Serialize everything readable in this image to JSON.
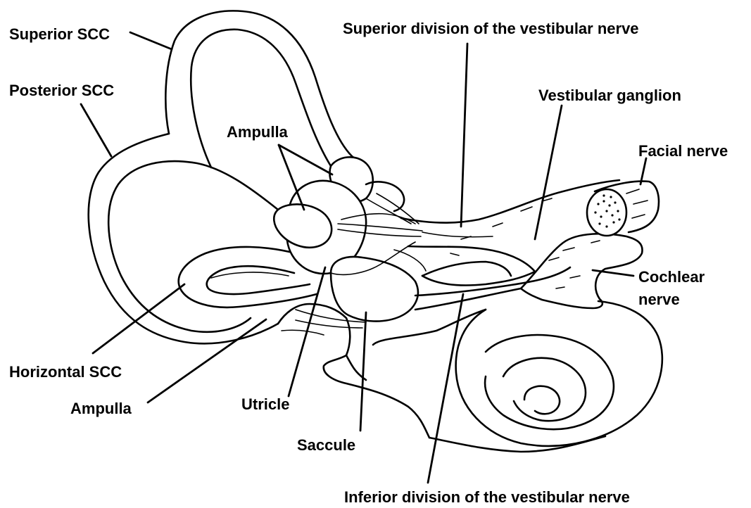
{
  "labels": {
    "superior_scc": "Superior SCC",
    "posterior_scc": "Posterior SCC",
    "ampulla_top": "Ampulla",
    "superior_division": "Superior division of the vestibular nerve",
    "vestibular_ganglion": "Vestibular ganglion",
    "facial_nerve": "Facial nerve",
    "cochlear_nerve_line1": "Cochlear",
    "cochlear_nerve_line2": "nerve",
    "horizontal_scc": "Horizontal SCC",
    "ampulla_bottom": "Ampulla",
    "utricle": "Utricle",
    "saccule": "Saccule",
    "inferior_division": "Inferior division of the vestibular nerve"
  },
  "colors": {
    "ink": "#000000",
    "background": "#ffffff"
  }
}
